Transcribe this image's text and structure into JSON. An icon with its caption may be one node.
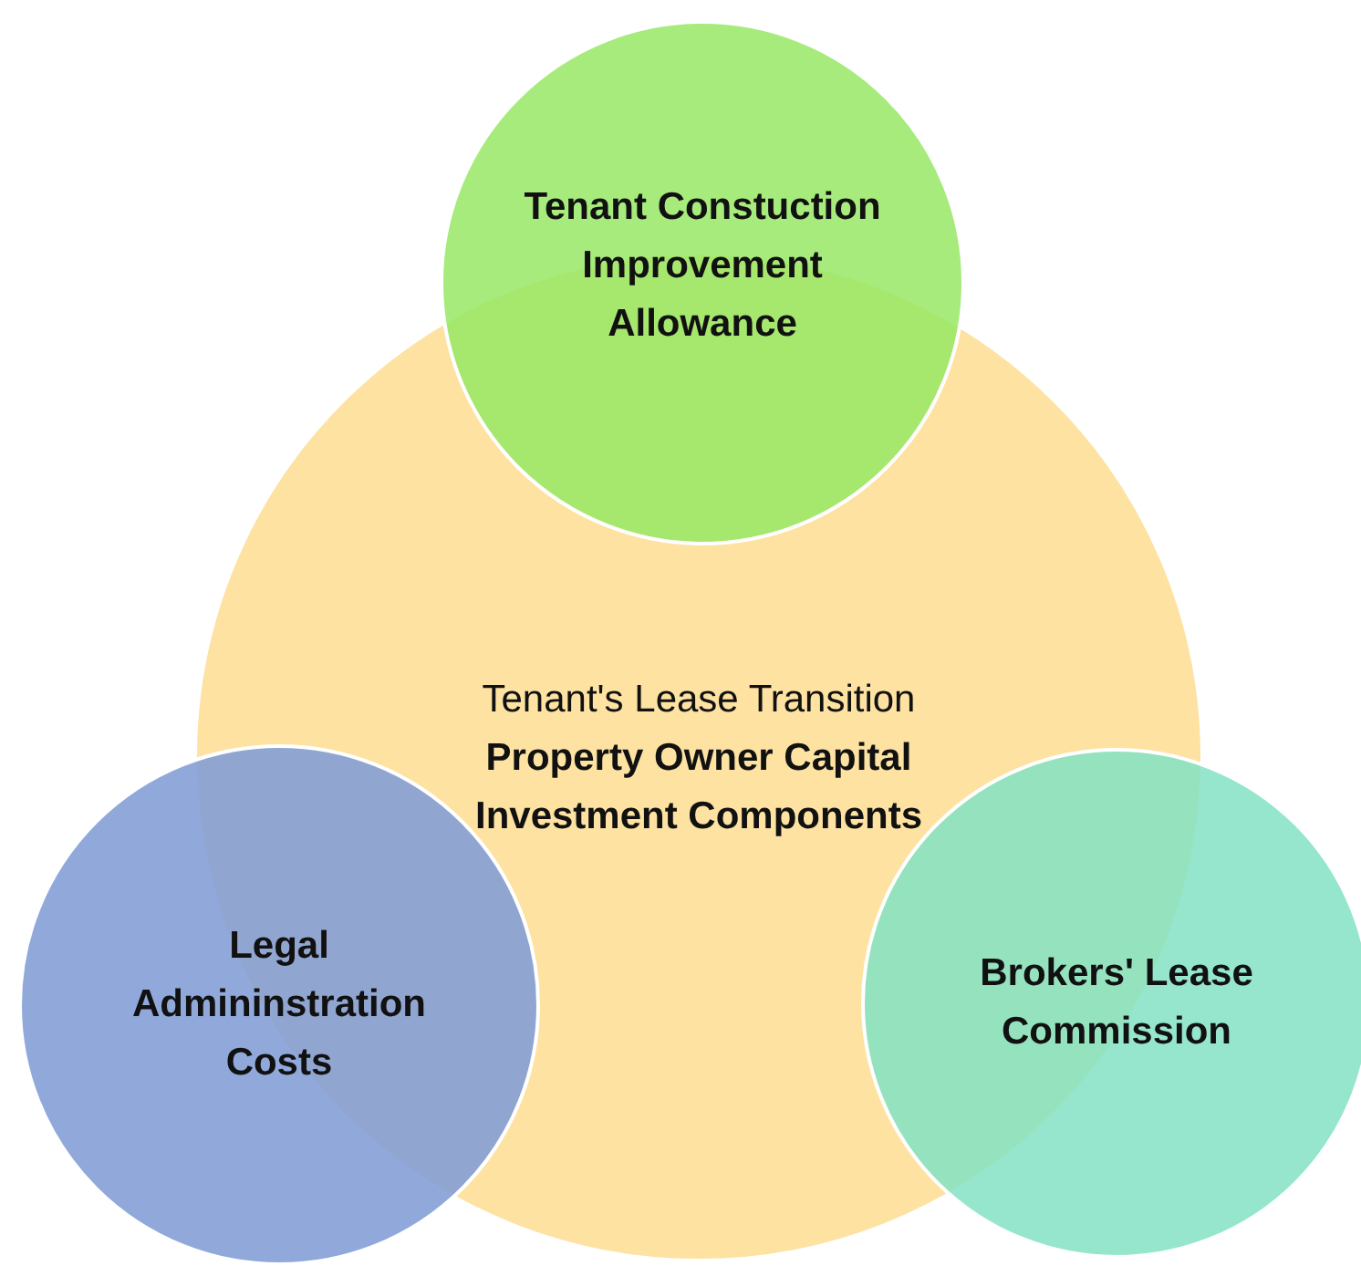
{
  "diagram": {
    "nodes": [
      {
        "text": [
          "Tenant's Lease Transition",
          "Property Owner Capital Investment Components"
        ]
      },
      {
        "text": [
          "Tenant Constuction Improvement Allowance"
        ]
      },
      {
        "text": [
          "Legal Admininstration Costs"
        ]
      },
      {
        "text": [
          "Brokers' Lease Commission"
        ]
      }
    ]
  }
}
